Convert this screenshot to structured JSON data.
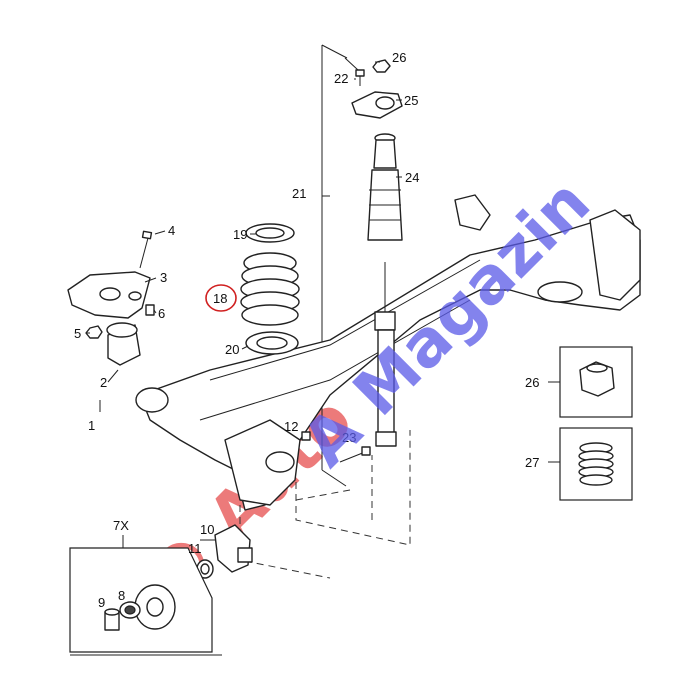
{
  "diagram": {
    "callouts": [
      {
        "id": "1",
        "label": "1"
      },
      {
        "id": "2",
        "label": "2"
      },
      {
        "id": "3",
        "label": "3"
      },
      {
        "id": "4",
        "label": "4"
      },
      {
        "id": "5",
        "label": "5"
      },
      {
        "id": "6",
        "label": "6"
      },
      {
        "id": "7x",
        "label": "7X"
      },
      {
        "id": "8",
        "label": "8"
      },
      {
        "id": "9",
        "label": "9"
      },
      {
        "id": "10",
        "label": "10"
      },
      {
        "id": "11",
        "label": "11"
      },
      {
        "id": "12",
        "label": "12"
      },
      {
        "id": "18",
        "label": "18"
      },
      {
        "id": "19",
        "label": "19"
      },
      {
        "id": "20",
        "label": "20"
      },
      {
        "id": "21",
        "label": "21"
      },
      {
        "id": "22",
        "label": "22"
      },
      {
        "id": "23",
        "label": "23"
      },
      {
        "id": "24",
        "label": "24"
      },
      {
        "id": "25",
        "label": "25"
      },
      {
        "id": "26",
        "label": "26"
      },
      {
        "id": "26b",
        "label": "26"
      },
      {
        "id": "27",
        "label": "27"
      }
    ],
    "highlighted_callout": "18",
    "highlight_color": "#d02020"
  },
  "watermark": {
    "text": "© AutoA Magazin",
    "color_blue": "#5a5ae8",
    "color_red": "#e85a5a"
  }
}
